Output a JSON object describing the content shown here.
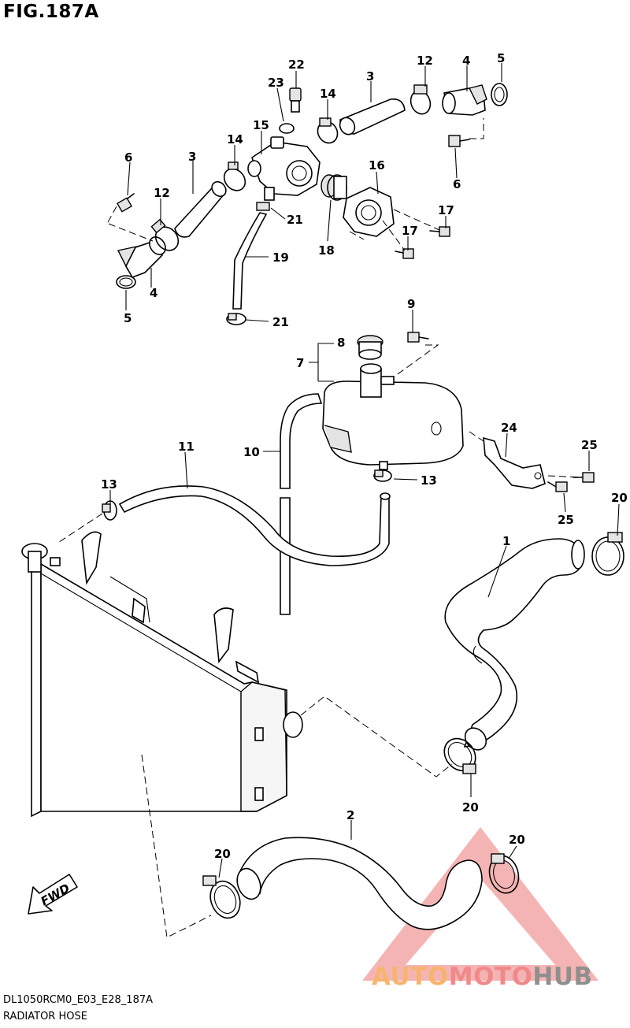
{
  "figure": {
    "title": "FIG.187A",
    "code": "DL1050RCM0_E03_E28_187A",
    "description": "RADIATOR HOSE"
  },
  "callouts": [
    {
      "id": "c1",
      "label": "1"
    },
    {
      "id": "c2",
      "label": "2"
    },
    {
      "id": "c3a",
      "label": "3"
    },
    {
      "id": "c3b",
      "label": "3"
    },
    {
      "id": "c4a",
      "label": "4"
    },
    {
      "id": "c4b",
      "label": "4"
    },
    {
      "id": "c5a",
      "label": "5"
    },
    {
      "id": "c5b",
      "label": "5"
    },
    {
      "id": "c6a",
      "label": "6"
    },
    {
      "id": "c6b",
      "label": "6"
    },
    {
      "id": "c7",
      "label": "7"
    },
    {
      "id": "c8",
      "label": "8"
    },
    {
      "id": "c9",
      "label": "9"
    },
    {
      "id": "c10",
      "label": "10"
    },
    {
      "id": "c11",
      "label": "11"
    },
    {
      "id": "c12a",
      "label": "12"
    },
    {
      "id": "c12b",
      "label": "12"
    },
    {
      "id": "c13a",
      "label": "13"
    },
    {
      "id": "c13b",
      "label": "13"
    },
    {
      "id": "c14a",
      "label": "14"
    },
    {
      "id": "c14b",
      "label": "14"
    },
    {
      "id": "c15",
      "label": "15"
    },
    {
      "id": "c16",
      "label": "16"
    },
    {
      "id": "c17a",
      "label": "17"
    },
    {
      "id": "c17b",
      "label": "17"
    },
    {
      "id": "c18",
      "label": "18"
    },
    {
      "id": "c19",
      "label": "19"
    },
    {
      "id": "c20a",
      "label": "20"
    },
    {
      "id": "c20b",
      "label": "20"
    },
    {
      "id": "c20c",
      "label": "20"
    },
    {
      "id": "c20d",
      "label": "20"
    },
    {
      "id": "c21a",
      "label": "21"
    },
    {
      "id": "c21b",
      "label": "21"
    },
    {
      "id": "c22",
      "label": "22"
    },
    {
      "id": "c23",
      "label": "23"
    },
    {
      "id": "c24",
      "label": "24"
    },
    {
      "id": "c25a",
      "label": "25"
    },
    {
      "id": "c25b",
      "label": "25"
    }
  ],
  "fwd_badge": "FWD",
  "watermark": {
    "part1": "AUTO",
    "part2": "MOTO",
    "part3": "HUB",
    "color_triangle": "#f29b9b",
    "color_part1": "#f6b46f",
    "color_part2": "#f08a8a",
    "color_part3": "#8f8f8f"
  }
}
